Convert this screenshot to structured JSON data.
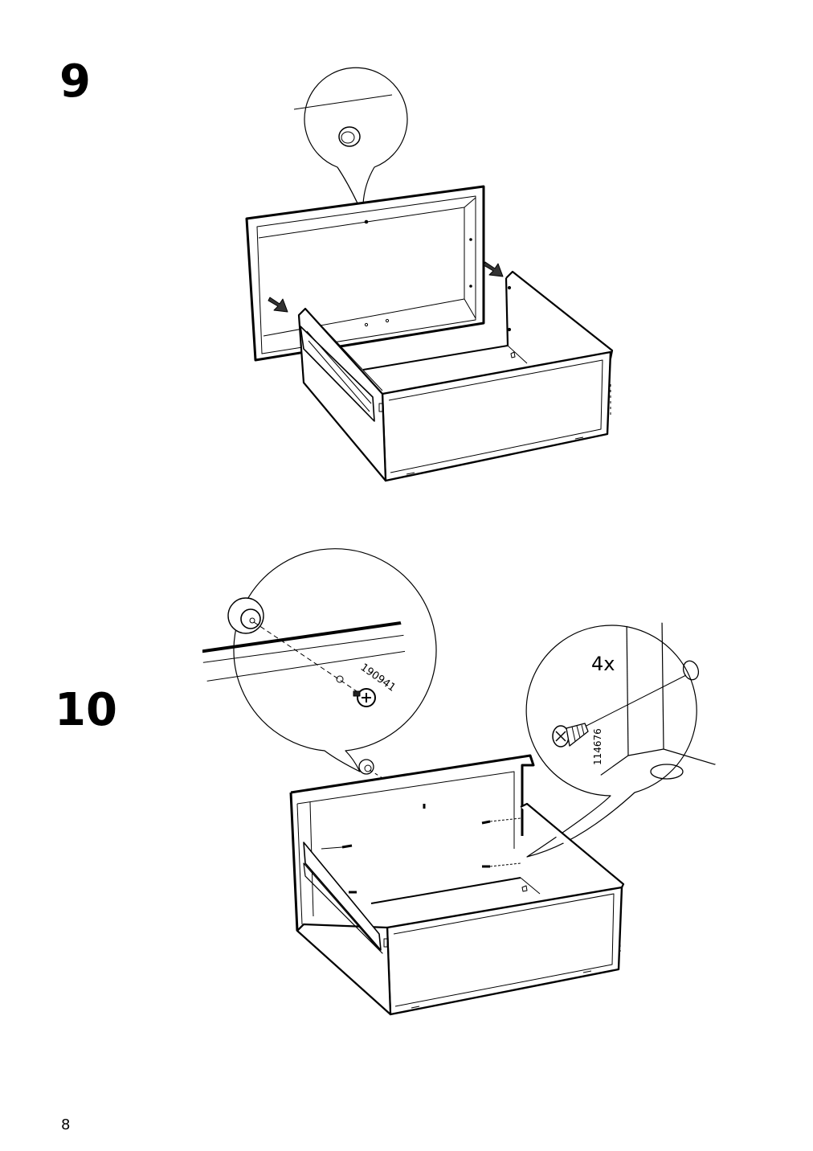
{
  "steps": [
    {
      "number": "9"
    },
    {
      "number": "10",
      "quantity": "4x",
      "part_a": "190941",
      "part_b": "114676"
    }
  ],
  "page_number": "8"
}
